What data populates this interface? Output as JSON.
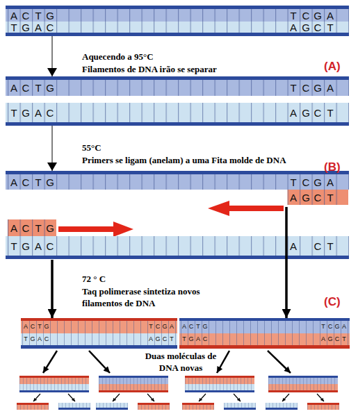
{
  "diagram": {
    "nodes": [
      {
        "text": [
          "A",
          "C",
          "T",
          "G",
          "T",
          "C",
          "G",
          "A",
          "T",
          "G",
          "A",
          "C",
          "A",
          "G",
          "C",
          "T"
        ]
      },
      {
        "text": [
          "A",
          "C",
          "T",
          "G",
          "T",
          "C",
          "G",
          "A"
        ]
      },
      {
        "text": [
          "T",
          "G",
          "A",
          "C",
          "A",
          "G",
          "C",
          "T"
        ]
      },
      {
        "text": [
          "A",
          "C",
          "T",
          "G",
          "T",
          "C",
          "G",
          "A",
          "A",
          "G",
          "C",
          "T"
        ]
      },
      {
        "text": [
          "A",
          "C",
          "T",
          "G",
          "T",
          "G",
          "A",
          "C",
          "A",
          "C",
          "T"
        ]
      },
      {
        "text": [
          "A",
          "C",
          "T",
          "G",
          "T",
          "C",
          "G",
          "A",
          "T",
          "G",
          "A",
          "C",
          "A",
          "G",
          "C",
          "T"
        ]
      },
      {
        "text": [
          "A",
          "C",
          "T",
          "G",
          "T",
          "C",
          "G",
          "A",
          "T",
          "G",
          "A",
          "C",
          "A",
          "G",
          "C",
          "T"
        ]
      }
    ],
    "edges": [
      {
        "from": 0,
        "to": 1,
        "label": "Aquecendo a 95°C",
        "arrow": "to"
      },
      {
        "from": 2,
        "to": 3,
        "label": "55°C",
        "arrow": "to"
      },
      {
        "from": 4,
        "to": 5,
        "label": "72 ° C",
        "arrow": "to"
      },
      {
        "from": 3,
        "to": 6,
        "arrow": "to"
      }
    ],
    "labels": [
      "Filamentos de DNA irão se separar",
      "(A)",
      "Primers se ligam (anelam) a uma Fita molde de DNA",
      "(B)",
      "Taq polimerase sintetiza novos filamentos de DNA",
      "(C)",
      "Duas moléculas de DNA novas"
    ]
  }
}
